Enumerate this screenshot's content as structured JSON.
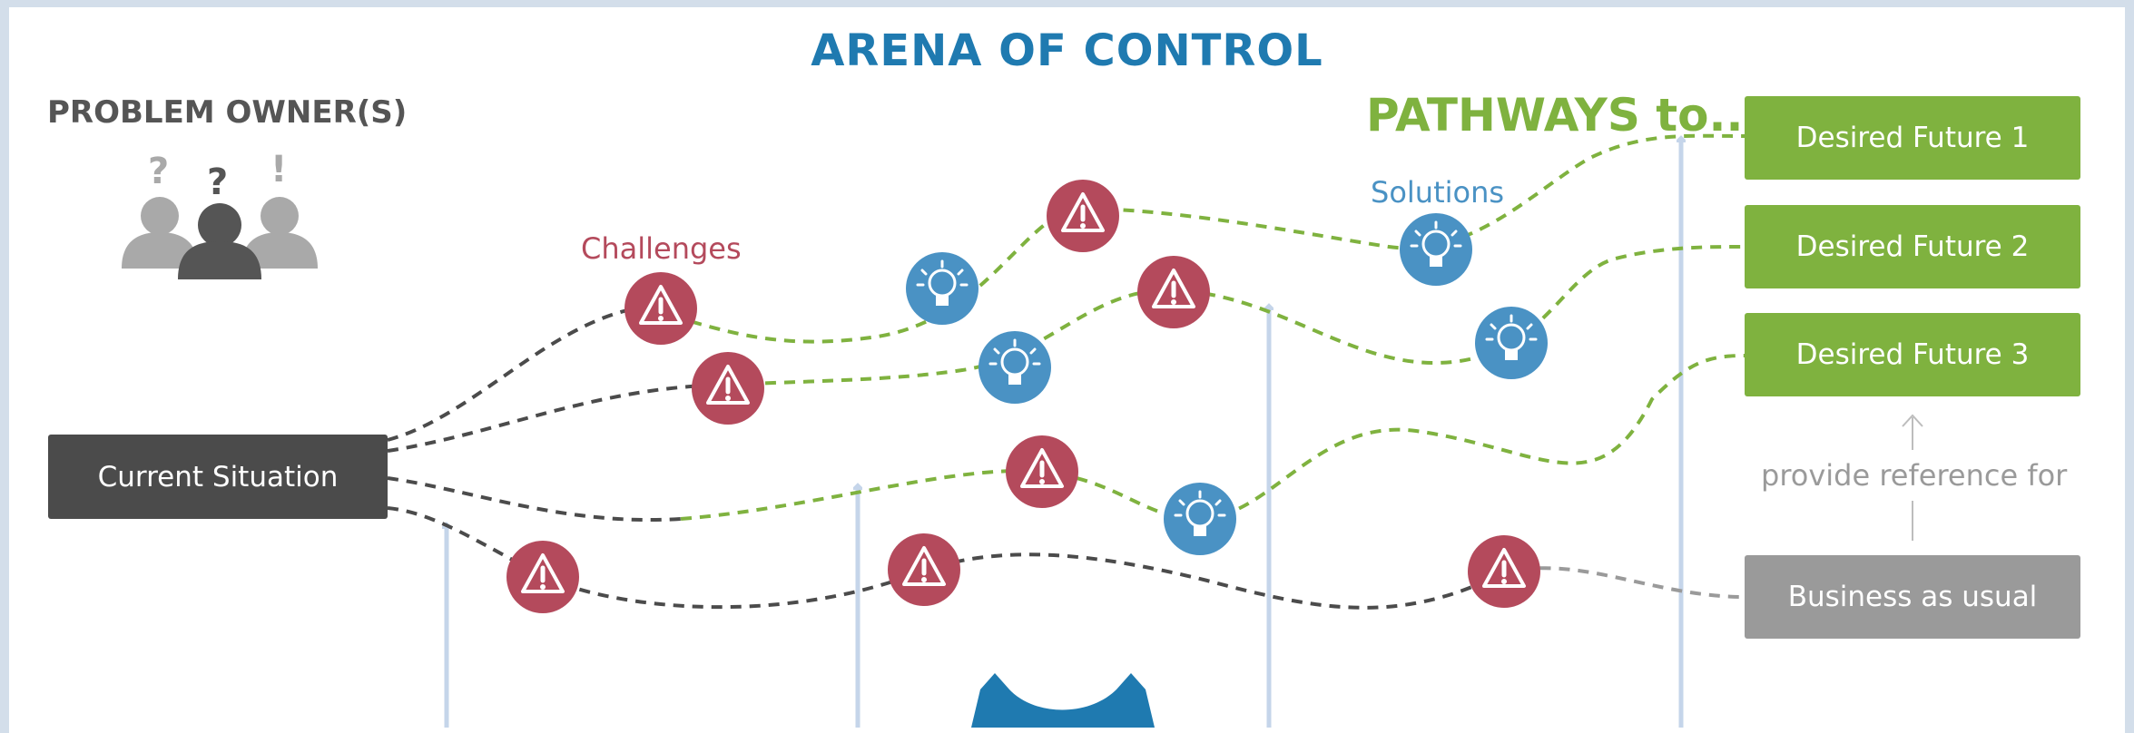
{
  "title": "ARENA OF CONTROL",
  "problem_owners": {
    "label": "PROBLEM OWNER(S)",
    "marks": [
      "?",
      "?",
      "!"
    ]
  },
  "pathways_label": "PATHWAYS to...",
  "challenges_label": "Challenges",
  "solutions_label": "Solutions",
  "current_situation": "Current Situation",
  "desired_futures": [
    "Desired Future 1",
    "Desired Future 2",
    "Desired Future 3"
  ],
  "business_as_usual": "Business as usual",
  "reference_note": "provide reference for",
  "icons": {
    "challenge": "warning-icon",
    "solution": "lightbulb-icon"
  },
  "colors": {
    "title": "#1f7ab0",
    "pathway_green": "#7fb23f",
    "challenge_red": "#b44a5c",
    "solution_blue": "#4a92c4",
    "current_dark": "#4b4b4b",
    "bau_grey": "#9a9a9a",
    "vertical_arrow": "#c5d5ea",
    "curved_arrow": "#1f7ab0"
  }
}
